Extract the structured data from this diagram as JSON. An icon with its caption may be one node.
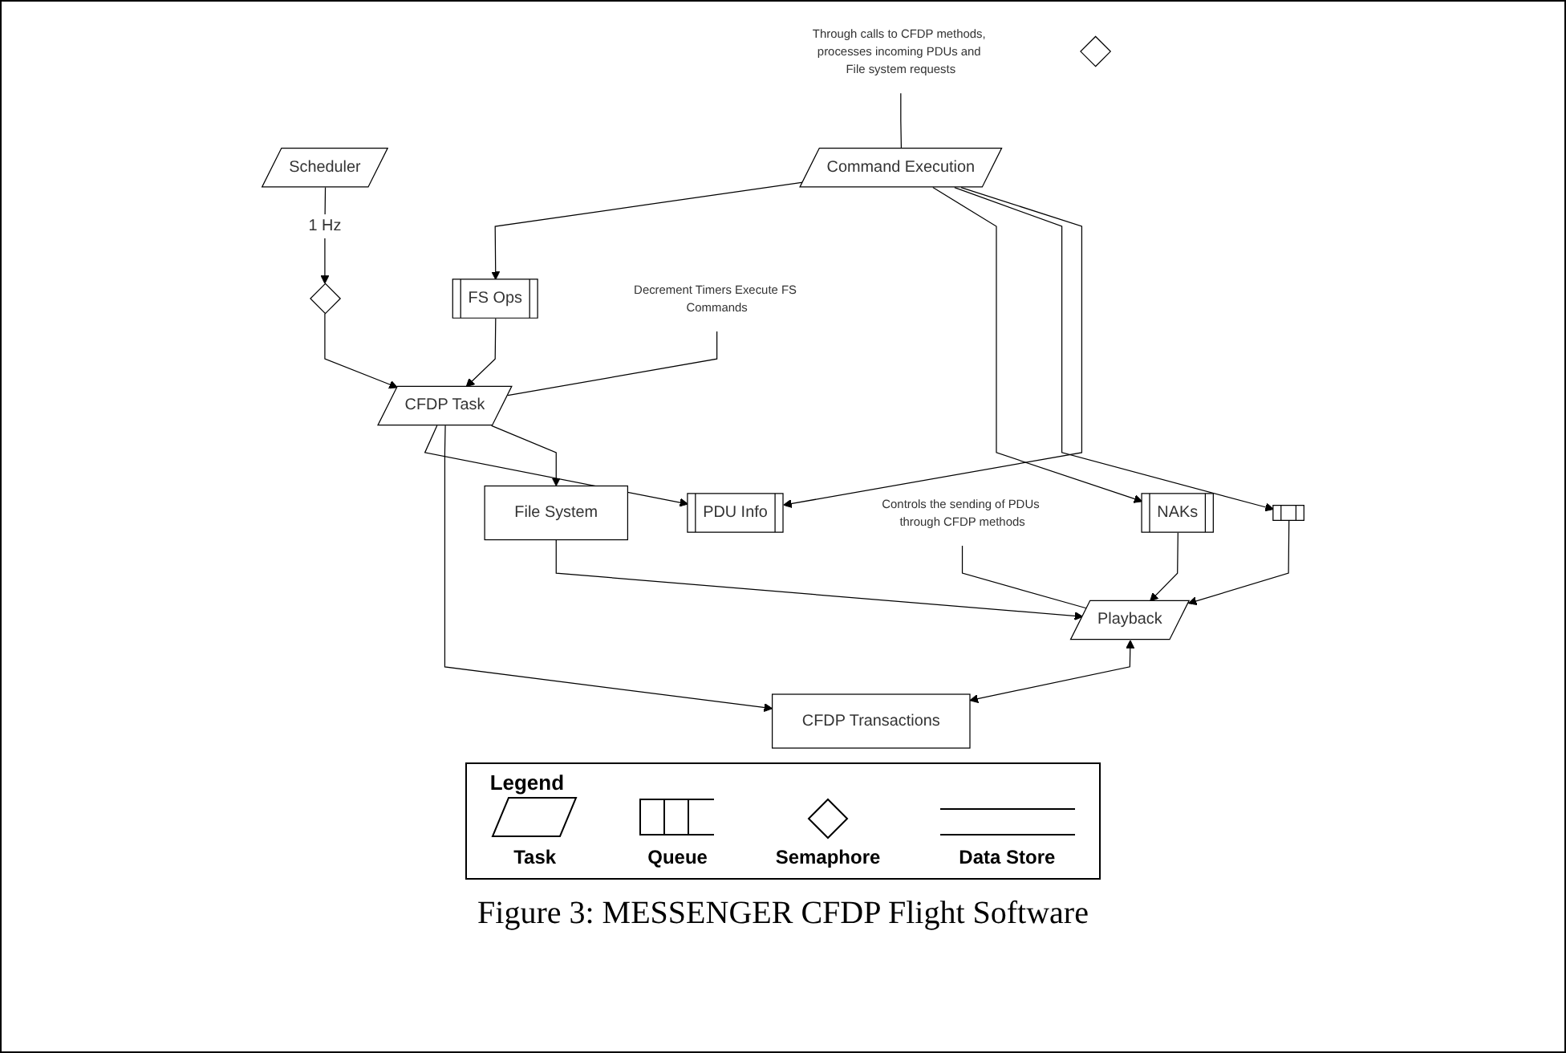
{
  "diagram": {
    "caption": "Figure 3: MESSENGER CFDP Flight Software",
    "nodes": [
      {
        "text": [
          "Scheduler"
        ]
      },
      {
        "text": [],
        "shape": "diamond"
      },
      {
        "text": [
          "FS Ops"
        ]
      },
      {
        "text": [
          "CFDP Task"
        ]
      },
      {
        "text": [
          "Command Execution"
        ]
      },
      {
        "text": [
          "NAKs"
        ]
      },
      {
        "text": [],
        "shape": "box"
      },
      {
        "text": [
          "PDU Info"
        ]
      },
      {
        "text": [
          "Playback"
        ]
      },
      {
        "text": [
          "CFDP Transactions"
        ]
      },
      {
        "text": [],
        "shape": "diamond"
      },
      {
        "text": [
          "File System"
        ]
      },
      {
        "text": [
          "Through calls to CFDP methods, processes incoming PDUs and File system requests"
        ]
      },
      {
        "text": [
          "Decrement Timers Execute FS Commands"
        ]
      },
      {
        "text": [
          "Controls the sending of PDUs through CFDP methods"
        ]
      }
    ],
    "edges": [
      {
        "from": 0,
        "to": 1,
        "arrow": "to",
        "label": "1 Hz"
      },
      {
        "from": 1,
        "to": 3,
        "arrow": "to"
      },
      {
        "from": 4,
        "to": 2,
        "arrow": "to"
      },
      {
        "from": 2,
        "to": 3,
        "arrow": "to"
      },
      {
        "from": 4,
        "to": 5,
        "arrow": "to"
      },
      {
        "from": 4,
        "to": 6,
        "arrow": "to"
      },
      {
        "from": 4,
        "to": 7,
        "arrow": "to"
      },
      {
        "from": 3,
        "to": 7,
        "arrow": "to"
      },
      {
        "from": 5,
        "to": 8,
        "arrow": "to"
      },
      {
        "from": 6,
        "to": 8,
        "arrow": "to"
      },
      {
        "from": 3,
        "to": 9,
        "arrow": "to"
      },
      {
        "from": 3,
        "to": 11,
        "arrow": "to"
      },
      {
        "from": 8,
        "to": 9,
        "arrow": "both"
      },
      {
        "from": 11,
        "to": 8,
        "arrow": "to"
      },
      {
        "from": 12,
        "to": 4,
        "arrow": "none"
      },
      {
        "from": 13,
        "to": 3,
        "arrow": "none"
      },
      {
        "from": 14,
        "to": 8,
        "arrow": "none"
      }
    ],
    "labels": [
      "Legend"
    ],
    "legend": [
      {
        "text": "Task"
      },
      {
        "text": "Queue"
      },
      {
        "text": "Semaphore"
      },
      {
        "text": "Data Store"
      }
    ]
  }
}
